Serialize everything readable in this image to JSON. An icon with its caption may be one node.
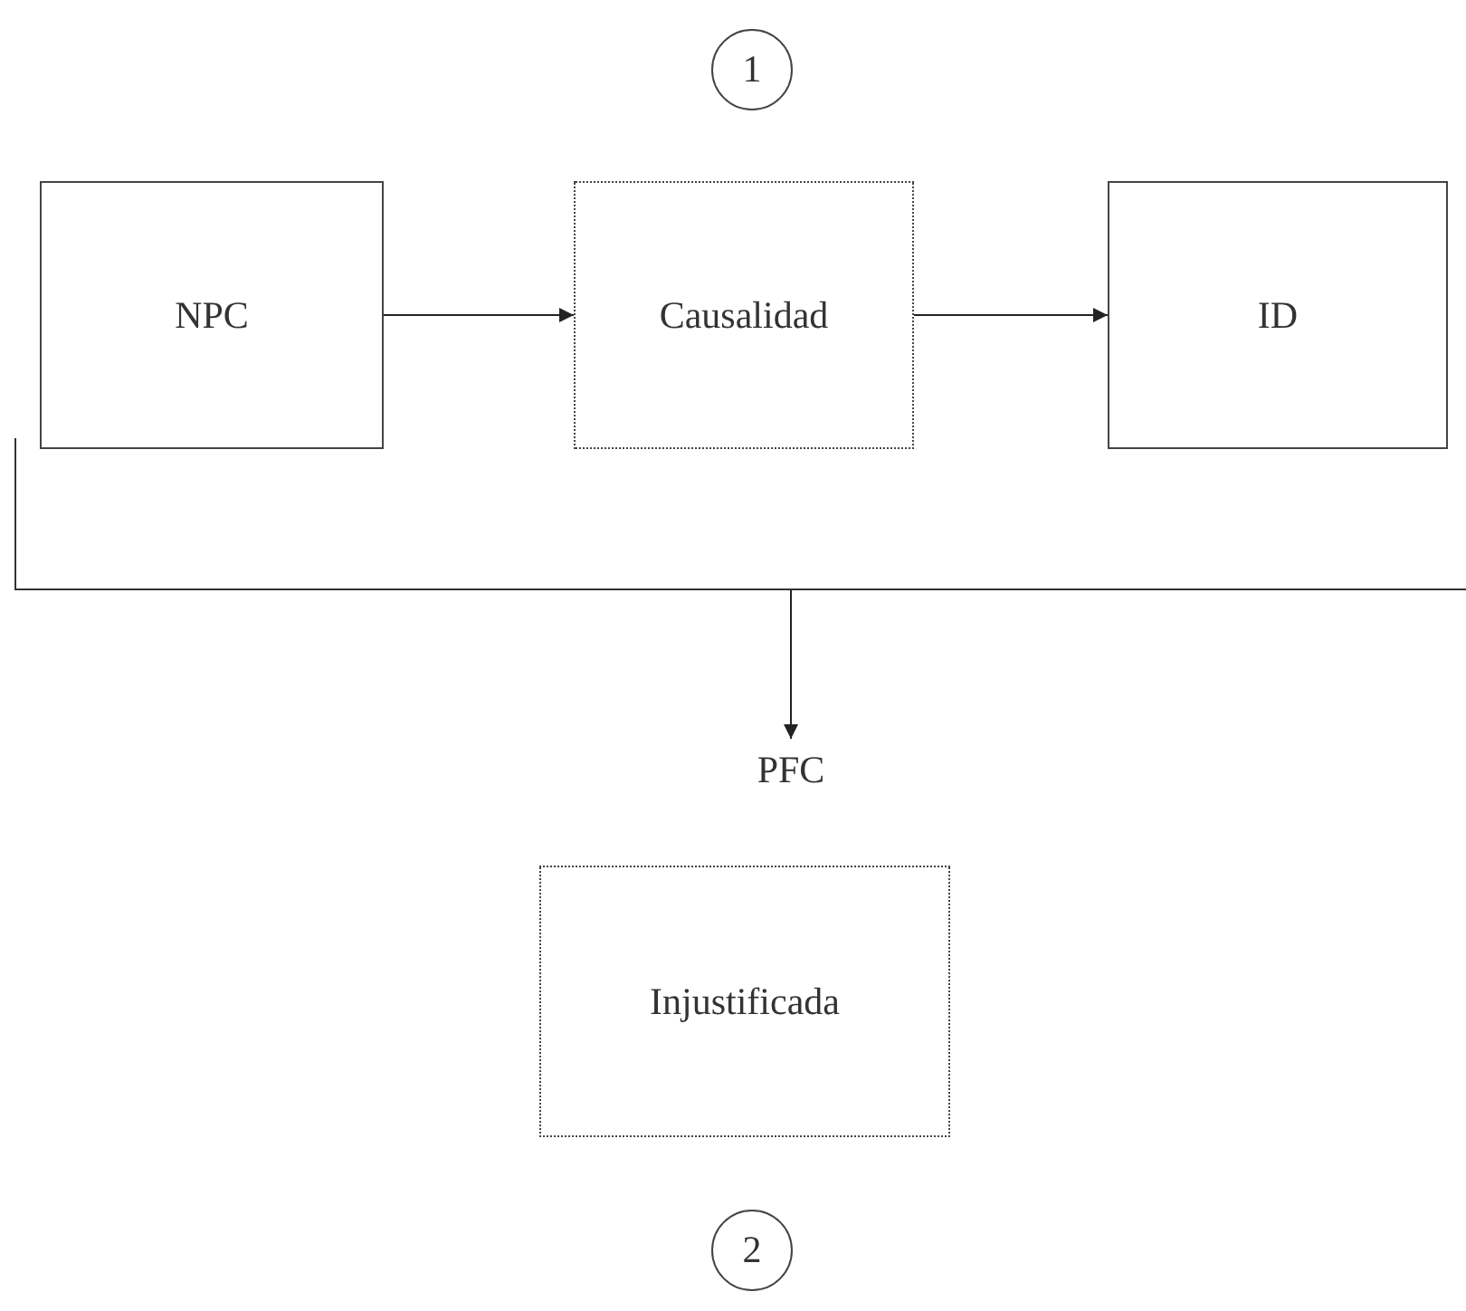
{
  "diagram": {
    "nodes": [
      {
        "text": [
          "1"
        ]
      },
      {
        "text": [
          "NPC"
        ]
      },
      {
        "text": [
          "Causalidad"
        ]
      },
      {
        "text": [
          "ID"
        ]
      },
      {
        "text": [],
        "shape": "bracket"
      },
      {
        "text": [
          "PFC"
        ]
      },
      {
        "text": [
          "Injustificada"
        ]
      },
      {
        "text": [
          "2"
        ]
      }
    ],
    "edges": [
      {
        "from": 1,
        "to": 2,
        "arrow": "to"
      },
      {
        "from": 2,
        "to": 3,
        "arrow": "to"
      },
      {
        "from": 4,
        "to": 5,
        "arrow": "to"
      }
    ]
  }
}
